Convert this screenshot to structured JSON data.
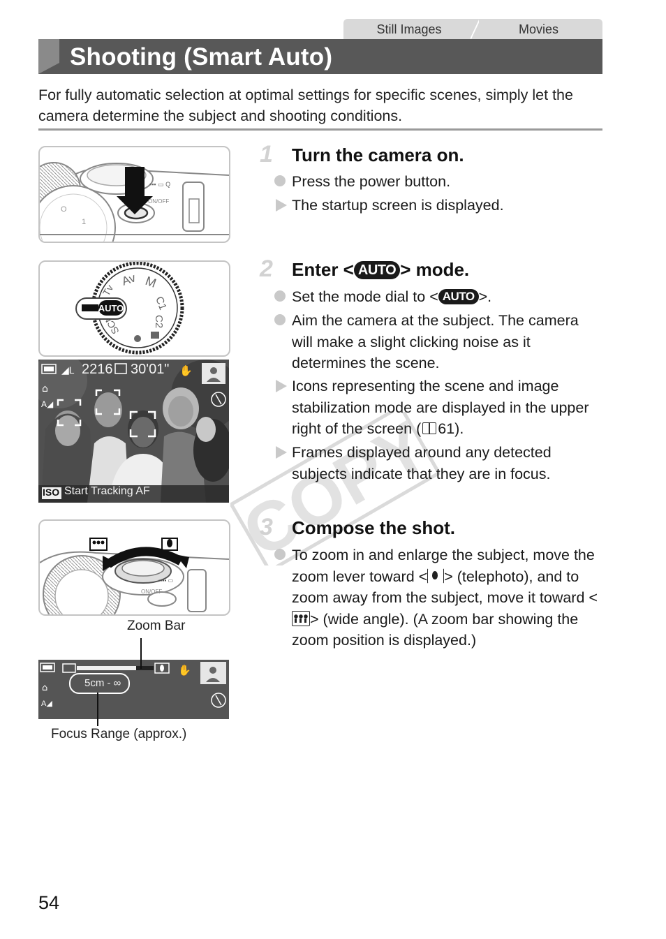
{
  "header": {
    "tabs": [
      {
        "label": "Still Images"
      },
      {
        "label": "Movies"
      }
    ],
    "title": "Shooting (Smart Auto)"
  },
  "intro": "For fully automatic selection at optimal settings for specific scenes, simply let the camera determine the subject and shooting conditions.",
  "figures": {
    "mode_dial_badge": "AUTO",
    "screen1": {
      "shots_remaining": "2216",
      "movie_time": "30'01\"",
      "iso_label": "ISO",
      "tracking_label": "Start Tracking AF"
    },
    "zoom_bar_caption": "Zoom Bar",
    "focus_range_value": "5cm - ∞",
    "focus_range_caption": "Focus Range (approx.)",
    "zoom_ring_text": "ON/OFF"
  },
  "steps": [
    {
      "number": "1",
      "title": "Turn the camera on.",
      "bullets": [
        {
          "type": "dot",
          "text": "Press the power button."
        },
        {
          "type": "arrow",
          "text": "The startup screen is displayed."
        }
      ]
    },
    {
      "number": "2",
      "title_pre": "Enter <",
      "title_badge": "AUTO",
      "title_post": "> mode.",
      "bullets": [
        {
          "type": "dot",
          "pre": "Set the mode dial to <",
          "badge": "AUTO",
          "post": ">."
        },
        {
          "type": "dot",
          "text": "Aim the camera at the subject. The camera will make a slight clicking noise as it determines the scene."
        },
        {
          "type": "arrow",
          "pre": "Icons representing the scene and image stabilization mode are displayed in the upper right of the screen (",
          "ref": "61",
          "post": ")."
        },
        {
          "type": "arrow",
          "text": "Frames displayed around any detected subjects indicate that they are in focus."
        }
      ]
    },
    {
      "number": "3",
      "title": "Compose the shot.",
      "bullets": [
        {
          "type": "dot",
          "pre": "To zoom in and enlarge the subject, move the zoom lever toward <",
          "mid": "> (telephoto), and to zoom away from the subject, move it toward <",
          "post": "> (wide angle). (A zoom bar showing the zoom position is displayed.)"
        }
      ]
    }
  ],
  "watermark": "COPY",
  "page_number": "54",
  "icons": [
    "power-button-arrow-icon",
    "mode-dial-icon",
    "book-reference-icon",
    "telephoto-icon",
    "wide-angle-icon",
    "flash-off-icon",
    "hand-shake-icon",
    "battery-icon"
  ]
}
